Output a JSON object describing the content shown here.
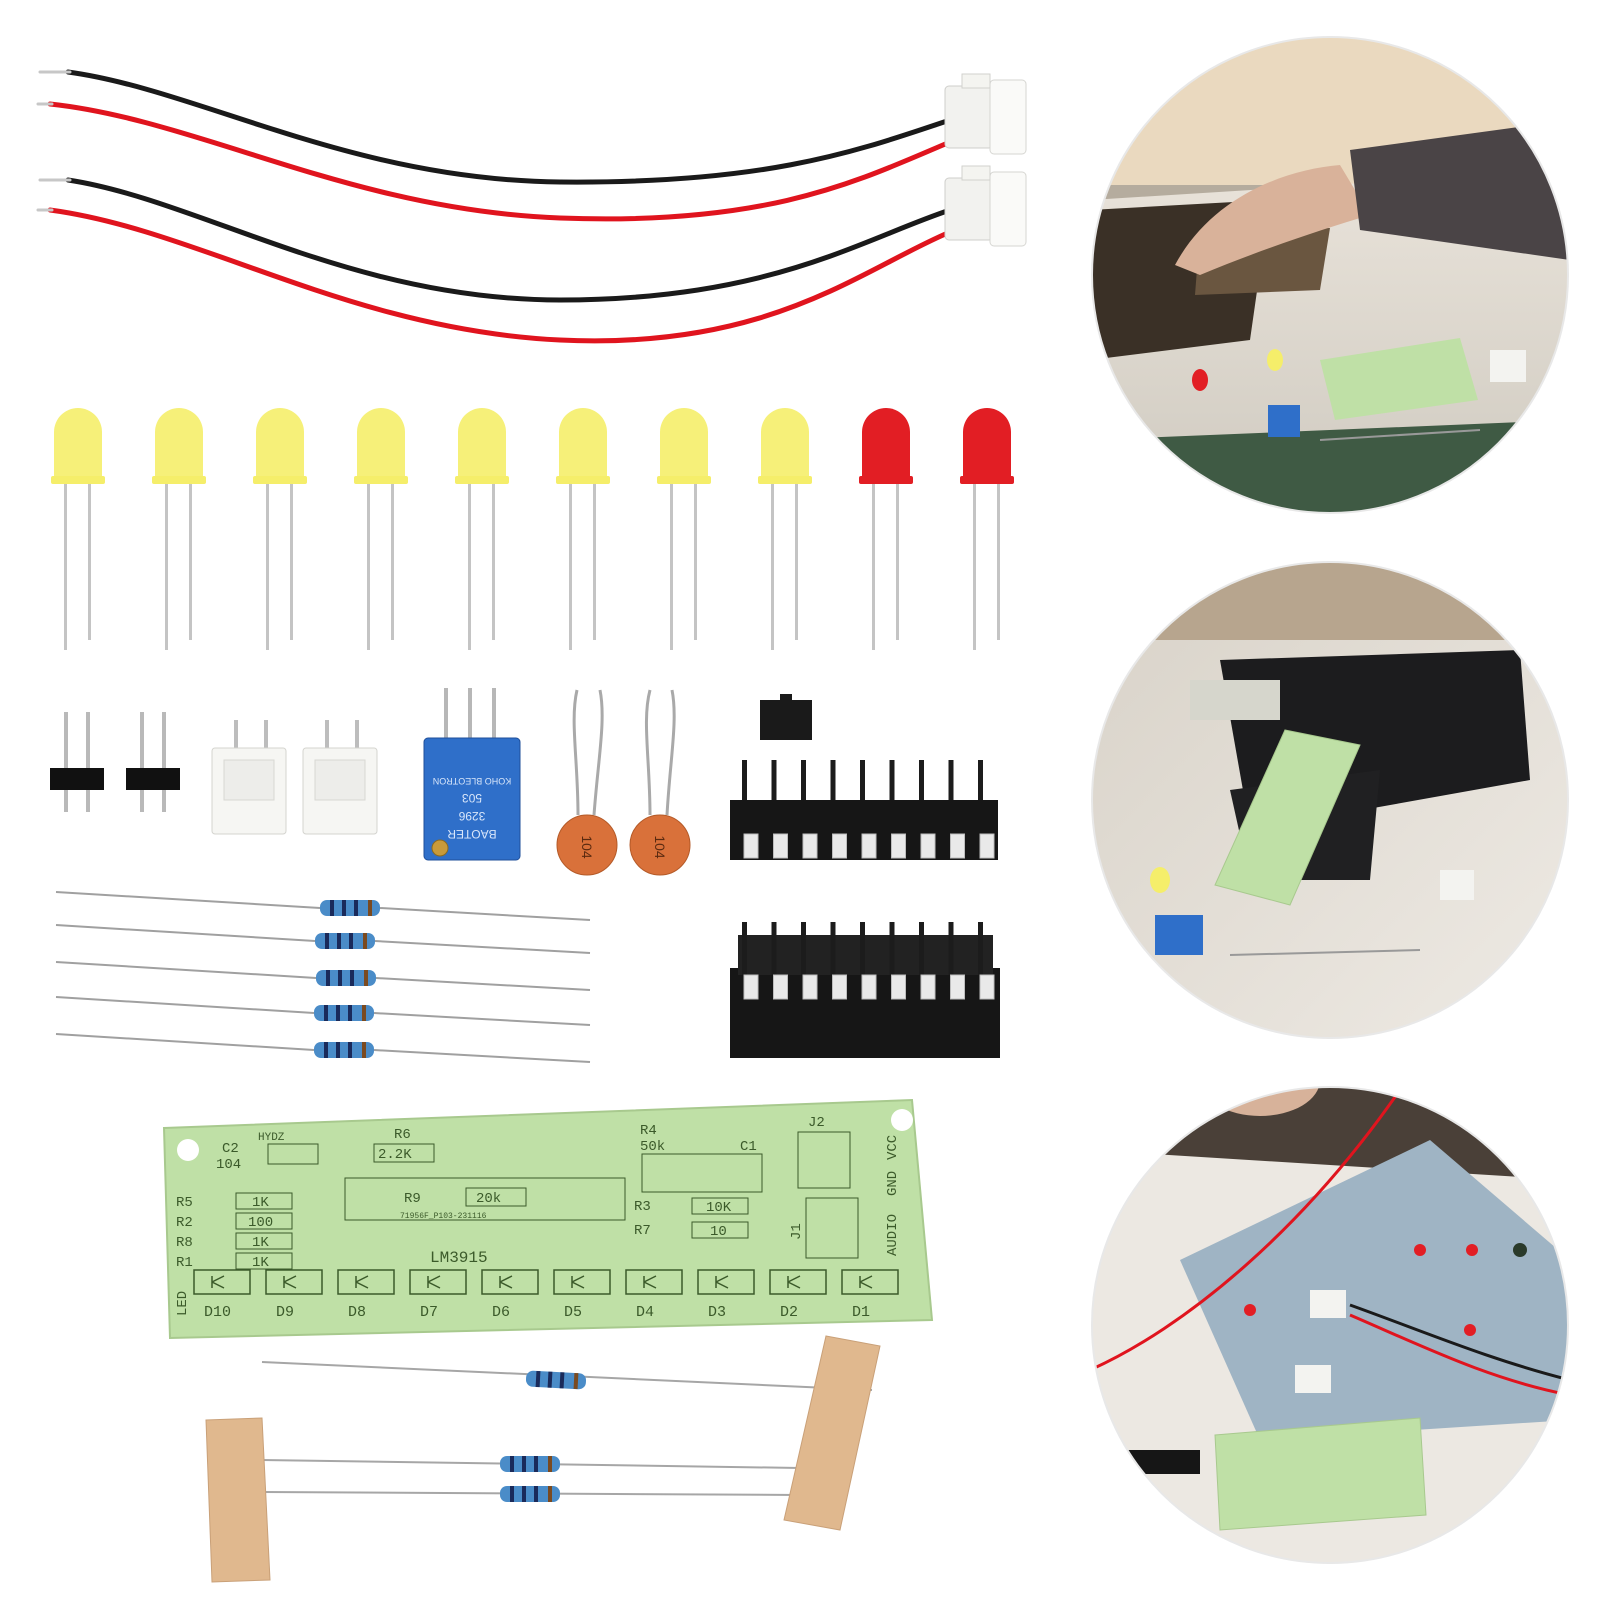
{
  "pcb": {
    "refs": {
      "c2": "C2",
      "c2_value": "104",
      "hydz": "HYDZ",
      "r6": "R6",
      "r6_value": "2.2K",
      "r9": "R9",
      "r9_value": "20k",
      "pcb_code": "71956F_P103-231116",
      "r4": "R4",
      "r4_value": "50k",
      "c1": "C1",
      "r3": "R3",
      "r3_value": "10K",
      "r7": "R7",
      "r7_value": "10",
      "r5": "R5",
      "r5_value": "1K",
      "r2": "R2",
      "r2_value": "100",
      "r8": "R8",
      "r8_value": "1K",
      "r1": "R1",
      "r1_value": "1K",
      "ic": "LM3915",
      "j1": "J1",
      "j2": "J2",
      "audio": "AUDIO",
      "gnd": "GND",
      "vcc": "VCC",
      "led": "LED"
    },
    "led_labels": [
      "D10",
      "D9",
      "D8",
      "D7",
      "D6",
      "D5",
      "D4",
      "D3",
      "D2",
      "D1"
    ]
  },
  "parts": {
    "trimmer_text": [
      "BAOTER",
      "3296",
      "503",
      "KOHO BLEOTRON"
    ],
    "capacitor_label": "104"
  },
  "colors": {
    "pcb_green": "#bfe0a6",
    "wire_red": "#e0141e",
    "wire_black": "#1a1a1a",
    "led_yellow": "#f5ee6a",
    "led_red": "#e21e24",
    "trimmer_blue": "#2f6fc9",
    "ceramic_cap": "#d9713a",
    "resistor_body": "#4a8cc8"
  }
}
